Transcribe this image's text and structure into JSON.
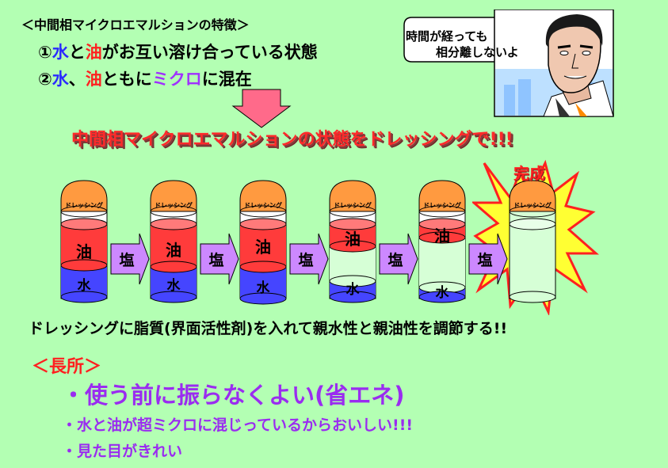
{
  "heading": "＜中間相マイクロエマルションの特徴＞",
  "line1": {
    "num": "①",
    "water": "水",
    "and": "と",
    "oil": "油",
    "rest": "がお互い溶け合っている状態"
  },
  "line2": {
    "num": "②",
    "water": "水",
    "sep": "、",
    "oil": "油",
    "mid": "ともに",
    "micro": "ミクロ",
    "rest": "に混在"
  },
  "headline": "中間相マイクロエマルションの状態をドレッシングで!!!",
  "bubble": {
    "line1": "時間が経っても",
    "line2": "相分離しないよ"
  },
  "bottle_cap_label": "ドレッシング",
  "oil_label": "油",
  "water_label": "水",
  "salt_label": "塩",
  "kansei": "完成",
  "dressing_note": "ドレッシングに脂質(界面活性剤)を入れて親水性と親油性を調節する!!",
  "merits_title": "＜長所＞",
  "merits": [
    "・使う前に振らなくよい(省エネ)",
    "・水と油が超ミクロに混じっているからおいしい!!!",
    "・見た目がきれい"
  ],
  "colors": {
    "background": "#b3ffb3",
    "oil": "#ff3b3b",
    "water": "#4545ff",
    "cap": "#ff9a40",
    "arrow": "#cc88ff",
    "burst": "#ffff33"
  }
}
